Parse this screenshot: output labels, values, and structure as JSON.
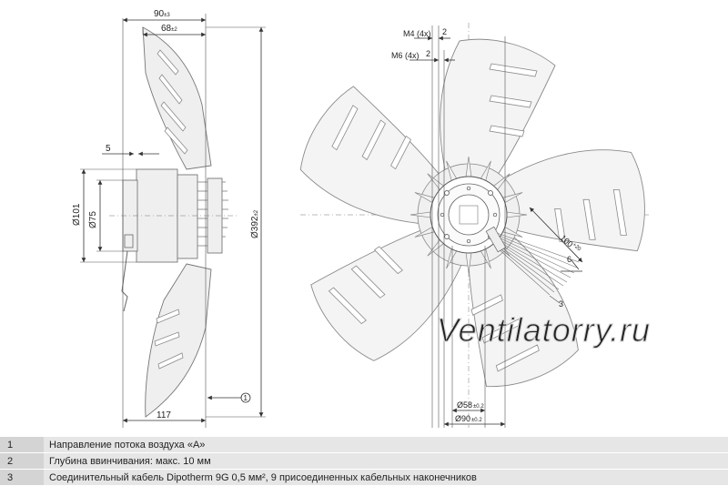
{
  "side_view": {
    "dim_90": "90",
    "dim_90_tol": "±3",
    "dim_68": "68",
    "dim_68_tol": "±2",
    "dim_5": "5",
    "dim_101": "Ø101",
    "dim_75": "Ø75",
    "dim_392": "Ø392",
    "dim_392_tol": "±2",
    "dim_117": "117",
    "callout_1": "1"
  },
  "front_view": {
    "m4": "M4 (4x)",
    "m4_depth": "2",
    "m6": "M6 (4x)",
    "m6_depth": "2",
    "cable_len": "100",
    "cable_len_tol": "+20",
    "dim_6": "6",
    "callout_3": "3",
    "dim_58": "Ø58",
    "dim_58_tol": "±0.2",
    "dim_90": "Ø90",
    "dim_90_tol": "±0.2"
  },
  "watermark": "Ventilatorry.ru",
  "notes": [
    {
      "num": "1",
      "text": "Направление потока воздуха «A»"
    },
    {
      "num": "2",
      "text": "Глубина ввинчивания: макс. 10 мм"
    },
    {
      "num": "3",
      "text": "Соединительный кабель Dipotherm 9G 0,5 мм², 9 присоединенных кабельных наконечников"
    }
  ],
  "colors": {
    "line": "#333333",
    "blade_fill": "#f4f4f4",
    "table_num_bg": "#d4d4d4",
    "table_text_bg": "#e6e6e6"
  }
}
